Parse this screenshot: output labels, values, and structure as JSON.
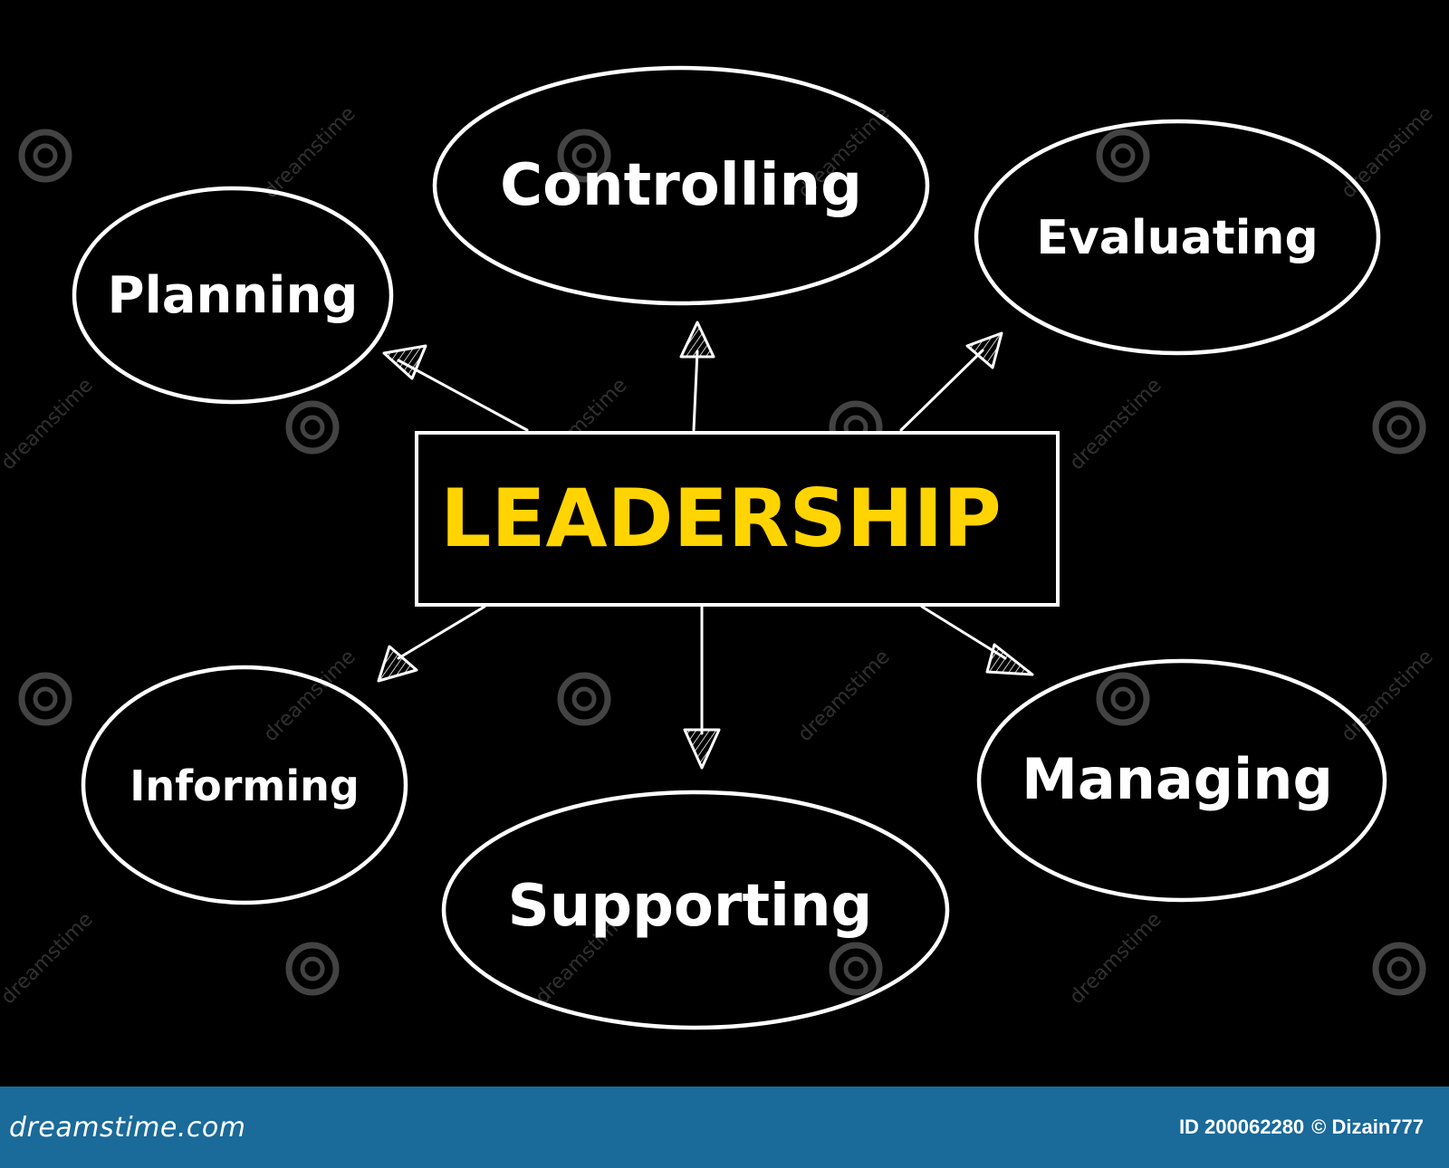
{
  "diagram": {
    "center": {
      "label": "LEADERSHIP"
    },
    "nodes": [
      {
        "id": "planning",
        "label": "Planning"
      },
      {
        "id": "controlling",
        "label": "Controlling"
      },
      {
        "id": "evaluating",
        "label": "Evaluating"
      },
      {
        "id": "informing",
        "label": "Informing"
      },
      {
        "id": "supporting",
        "label": "Supporting"
      },
      {
        "id": "managing",
        "label": "Managing"
      }
    ]
  },
  "watermark": {
    "text": "dreamstime"
  },
  "footer": {
    "brand": "dreamstime.com",
    "id_text": "ID 200062280",
    "credit_text": "© Dizain777"
  },
  "colors": {
    "background": "#000000",
    "line": "#ffffff",
    "center_text": "#ffd400",
    "footer_bg": "#1a6a9a"
  }
}
